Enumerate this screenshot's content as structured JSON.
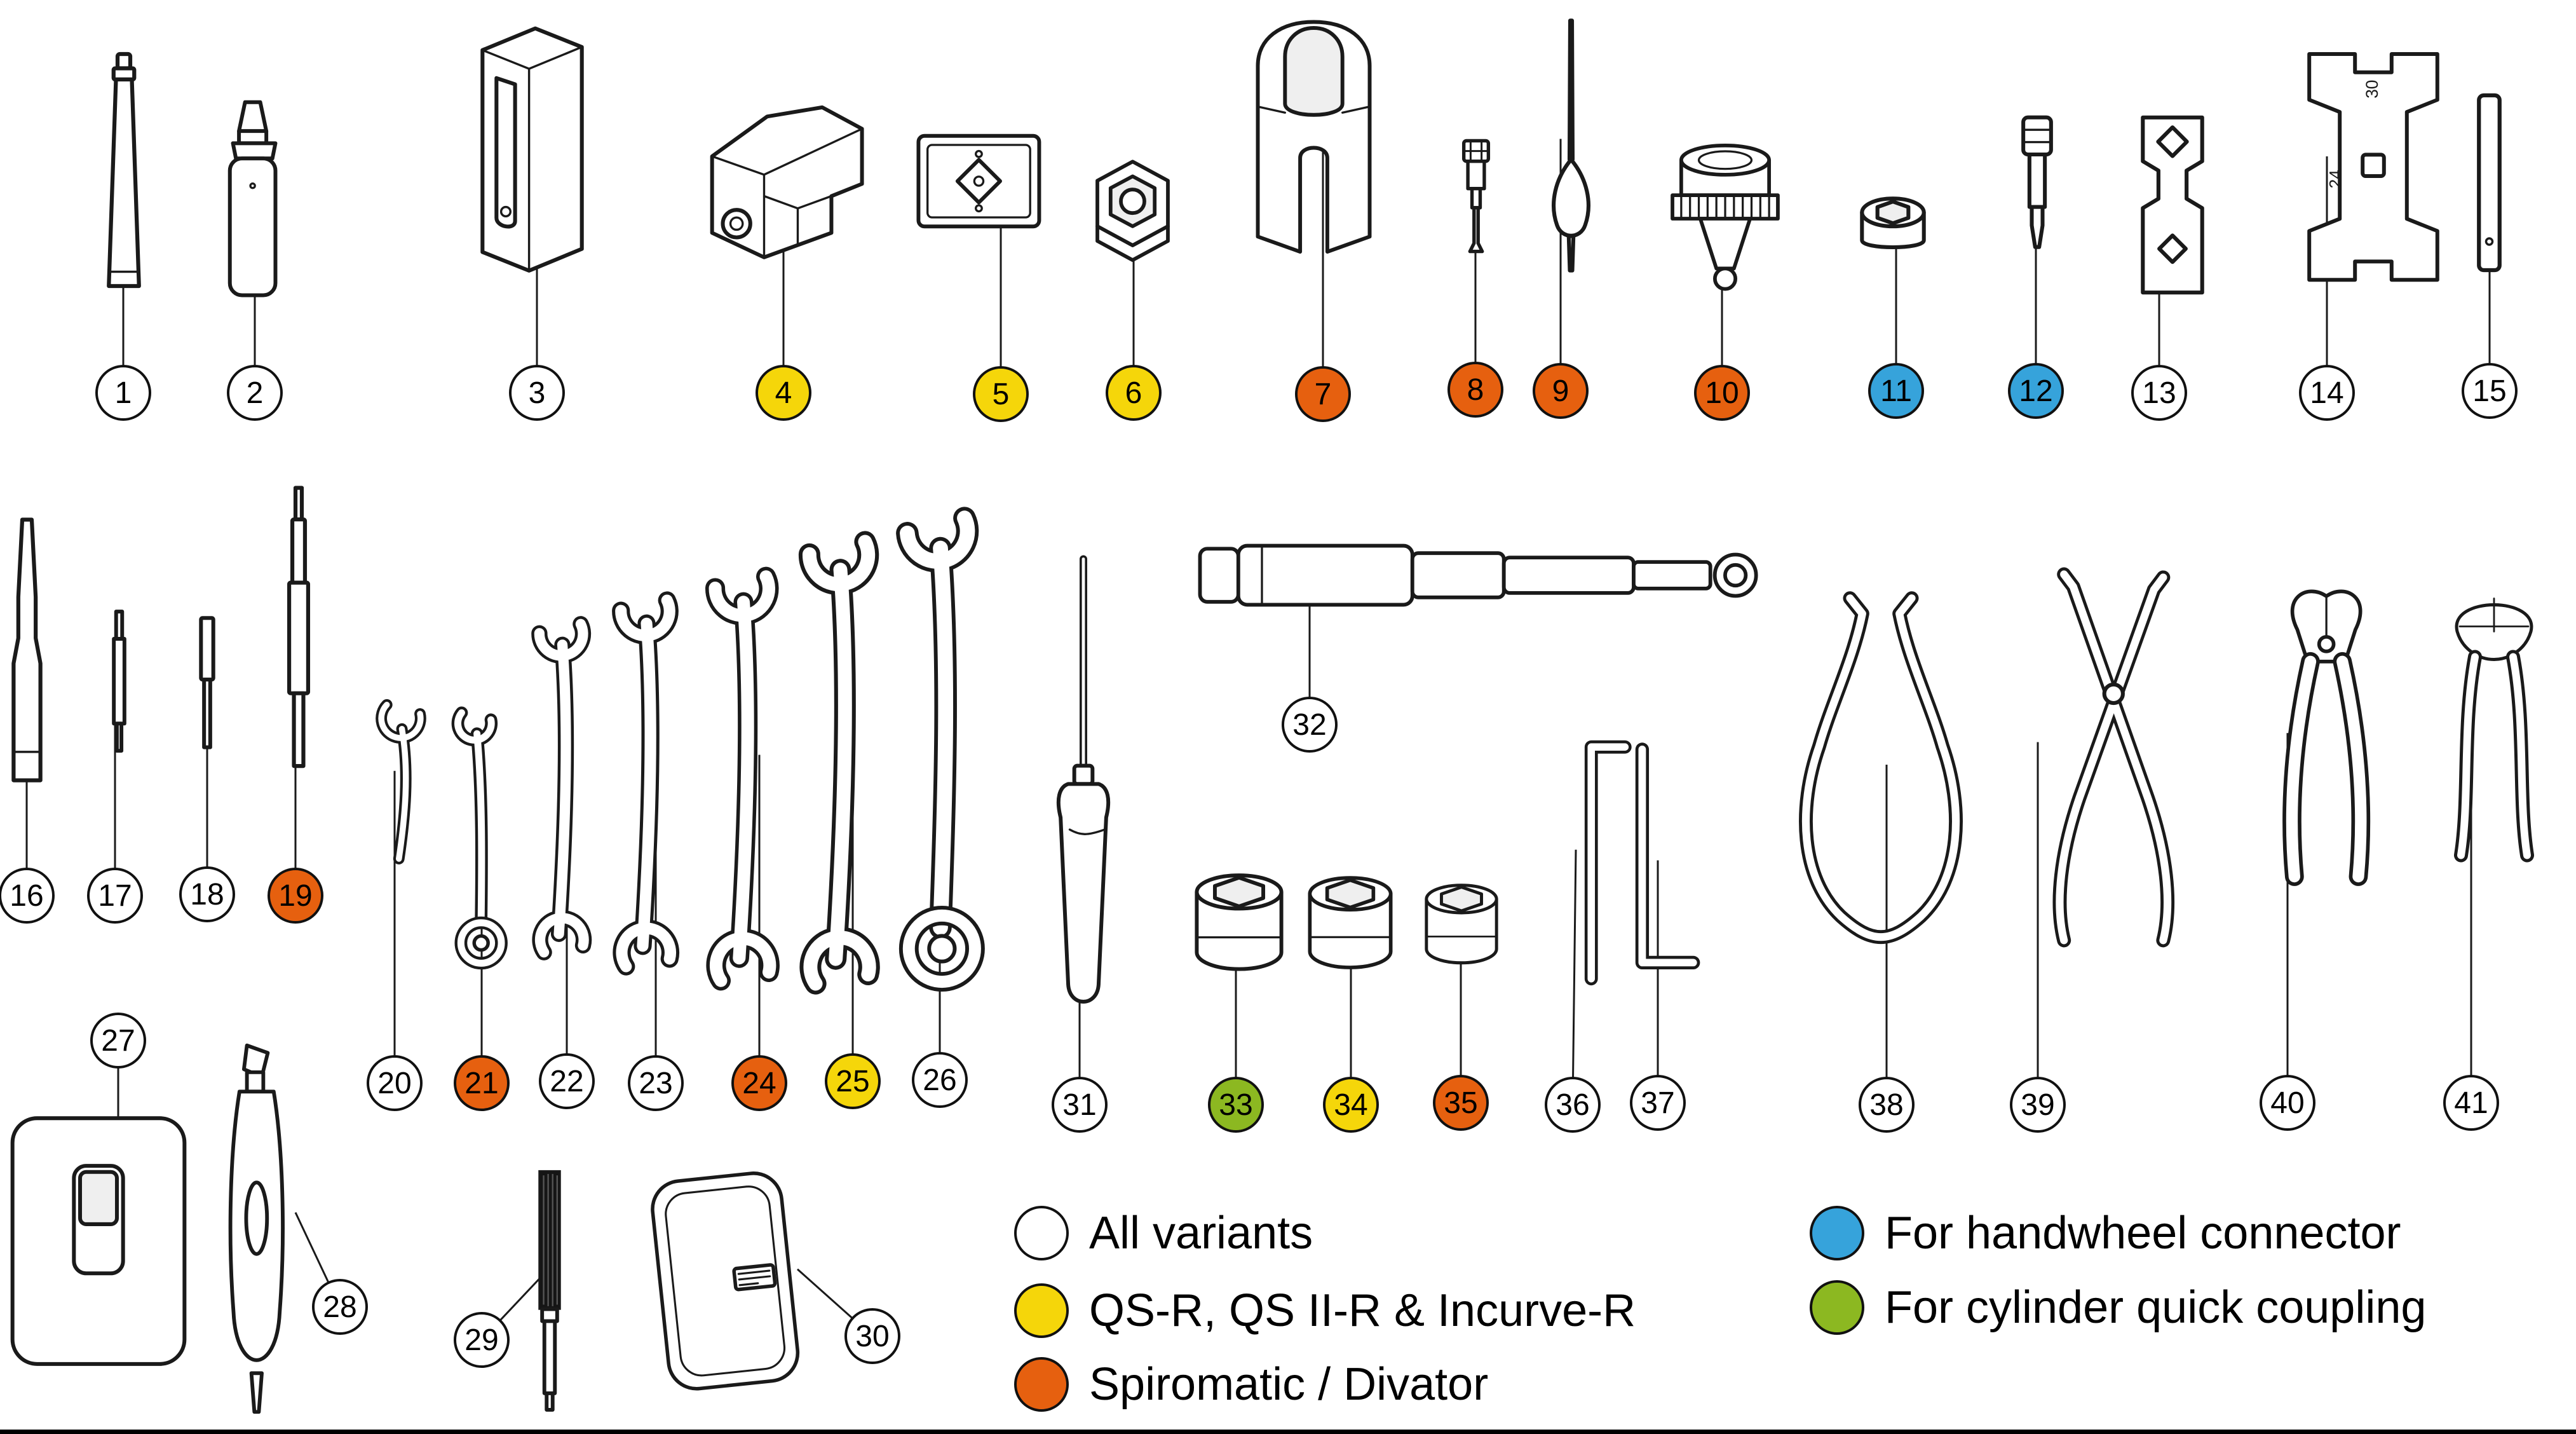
{
  "legend": {
    "items": [
      {
        "id": "all",
        "label": "All variants",
        "color": "#ffffff"
      },
      {
        "id": "qsr",
        "label": "QS-R, QS II-R & Incurve-R",
        "color": "#F5D60A"
      },
      {
        "id": "spiromatic",
        "label": "Spiromatic / Divator",
        "color": "#E6600F"
      },
      {
        "id": "handwheel",
        "label": "For handwheel connector",
        "color": "#36A3DB"
      },
      {
        "id": "cylinder",
        "label": "For cylinder quick coupling",
        "color": "#8CB821"
      }
    ]
  },
  "items": [
    {
      "number": "1",
      "tool": "grease-tube",
      "variant": "all"
    },
    {
      "number": "2",
      "tool": "lubricant-bottle",
      "variant": "all"
    },
    {
      "number": "3",
      "tool": "slotted-block",
      "variant": "all"
    },
    {
      "number": "4",
      "tool": "holder-block",
      "variant": "qsr"
    },
    {
      "number": "5",
      "tool": "square-hole-plate",
      "variant": "qsr"
    },
    {
      "number": "6",
      "tool": "hex-nut-tool",
      "variant": "qsr"
    },
    {
      "number": "7",
      "tool": "connector-holder",
      "variant": "spiromatic"
    },
    {
      "number": "8",
      "tool": "valve-stem-tool",
      "variant": "spiromatic"
    },
    {
      "number": "9",
      "tool": "needle-awl",
      "variant": "spiromatic"
    },
    {
      "number": "10",
      "tool": "knurled-knob-tool",
      "variant": "spiromatic"
    },
    {
      "number": "11",
      "tool": "hex-socket-small",
      "variant": "handwheel"
    },
    {
      "number": "12",
      "tool": "socket-bit",
      "variant": "handwheel"
    },
    {
      "number": "13",
      "tool": "plate-spanner-small",
      "variant": "all"
    },
    {
      "number": "14",
      "tool": "plate-spanner-large",
      "variant": "all",
      "markings": [
        "24",
        "30"
      ]
    },
    {
      "number": "15",
      "tool": "pin-rod",
      "variant": "all"
    },
    {
      "number": "16",
      "tool": "drift-punch-large",
      "variant": "all"
    },
    {
      "number": "17",
      "tool": "drift-punch-thin",
      "variant": "all"
    },
    {
      "number": "18",
      "tool": "drift-punch-short",
      "variant": "all"
    },
    {
      "number": "19",
      "tool": "drift-punch-long",
      "variant": "spiromatic"
    },
    {
      "number": "20",
      "tool": "open-end-wrench-mini",
      "variant": "all"
    },
    {
      "number": "21",
      "tool": "combination-wrench-small",
      "variant": "spiromatic"
    },
    {
      "number": "22",
      "tool": "open-end-wrench",
      "variant": "all"
    },
    {
      "number": "23",
      "tool": "open-end-wrench",
      "variant": "all"
    },
    {
      "number": "24",
      "tool": "open-end-wrench",
      "variant": "spiromatic"
    },
    {
      "number": "25",
      "tool": "open-end-wrench",
      "variant": "qsr"
    },
    {
      "number": "26",
      "tool": "combination-wrench-large",
      "variant": "all"
    },
    {
      "number": "27",
      "tool": "storage-case",
      "variant": "all"
    },
    {
      "number": "28",
      "tool": "torque-screwdriver",
      "variant": "all"
    },
    {
      "number": "29",
      "tool": "cleaning-brush",
      "variant": "all"
    },
    {
      "number": "30",
      "tool": "tool-pouch",
      "variant": "all"
    },
    {
      "number": "31",
      "tool": "screwdriver",
      "variant": "all"
    },
    {
      "number": "32",
      "tool": "telescopic-bar",
      "variant": "all"
    },
    {
      "number": "33",
      "tool": "socket-large",
      "variant": "cylinder"
    },
    {
      "number": "34",
      "tool": "socket-medium",
      "variant": "qsr"
    },
    {
      "number": "35",
      "tool": "socket-small",
      "variant": "spiromatic"
    },
    {
      "number": "36",
      "tool": "hex-key-short",
      "variant": "all"
    },
    {
      "number": "37",
      "tool": "hex-key-long",
      "variant": "all"
    },
    {
      "number": "38",
      "tool": "spring-pliers",
      "variant": "all"
    },
    {
      "number": "39",
      "tool": "circlip-pliers",
      "variant": "all"
    },
    {
      "number": "40",
      "tool": "cutting-pliers",
      "variant": "all"
    },
    {
      "number": "41",
      "tool": "pincer-pliers",
      "variant": "all"
    }
  ]
}
